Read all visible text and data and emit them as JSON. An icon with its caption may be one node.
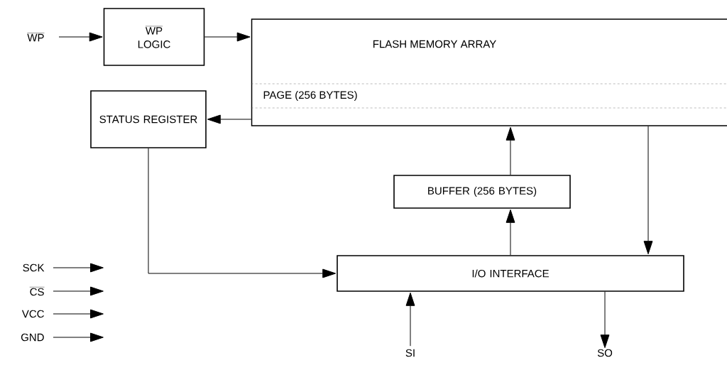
{
  "diagram": {
    "nodes": [
      {
        "text": [
          "WP"
        ]
      },
      {
        "text": [
          "WP",
          "LOGIC"
        ]
      },
      {
        "text": [
          "FLASH MEMORY ARRAY"
        ]
      },
      {
        "text": [
          "PAGE (256 BYTES)"
        ],
        "in": 2
      },
      {
        "text": [
          "STATUS REGISTER"
        ]
      },
      {
        "text": [
          "BUFFER (256 BYTES)"
        ]
      },
      {
        "text": [
          "I/O INTERFACE"
        ]
      },
      {
        "text": [
          "SCK"
        ]
      },
      {
        "text": [
          "CS"
        ]
      },
      {
        "text": [
          "VCC"
        ]
      },
      {
        "text": [
          "GND"
        ]
      },
      {
        "text": [
          "SI"
        ]
      },
      {
        "text": [
          "SO"
        ]
      }
    ],
    "edges": [
      {
        "from": 0,
        "to": 1,
        "arrow": "to"
      },
      {
        "from": 1,
        "to": 2,
        "arrow": "to"
      },
      {
        "from": 2,
        "to": 4,
        "arrow": "to"
      },
      {
        "from": 4,
        "to": 6,
        "arrow": "to"
      },
      {
        "from": 5,
        "to": 2,
        "arrow": "to"
      },
      {
        "from": 6,
        "to": 5,
        "arrow": "to"
      },
      {
        "from": 2,
        "to": 6,
        "arrow": "to"
      },
      {
        "from": 7,
        "to": null,
        "arrow": "to"
      },
      {
        "from": 8,
        "to": null,
        "arrow": "to"
      },
      {
        "from": 9,
        "to": null,
        "arrow": "to"
      },
      {
        "from": 10,
        "to": null,
        "arrow": "to"
      },
      {
        "from": 11,
        "to": 6,
        "arrow": "to"
      },
      {
        "from": 6,
        "to": 12,
        "arrow": "to"
      }
    ]
  }
}
